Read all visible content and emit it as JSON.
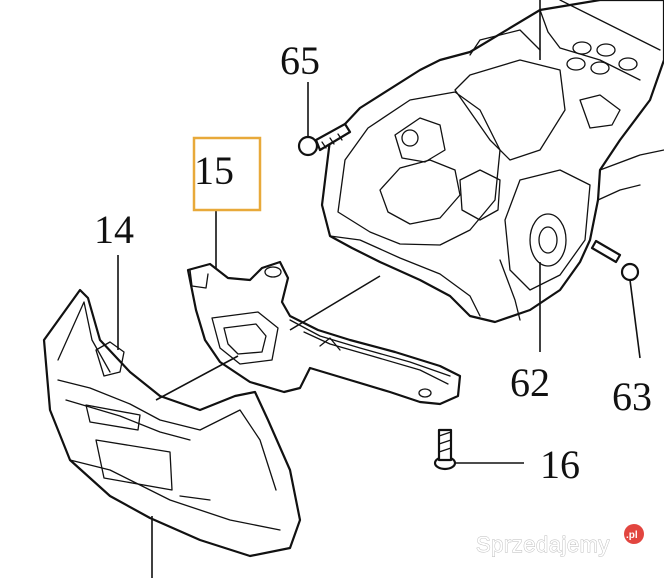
{
  "diagram": {
    "part_labels": [
      {
        "id": "65",
        "text": "65"
      },
      {
        "id": "15",
        "text": "15"
      },
      {
        "id": "14",
        "text": "14"
      },
      {
        "id": "62",
        "text": "62"
      },
      {
        "id": "63",
        "text": "63"
      },
      {
        "id": "16",
        "text": "16"
      }
    ],
    "highlighted_label": "15",
    "highlight_color": "#e8a93a"
  },
  "watermark": {
    "text": "Sprzedajemy",
    "badge_text": ".pl",
    "badge_color": "#e2453f"
  }
}
